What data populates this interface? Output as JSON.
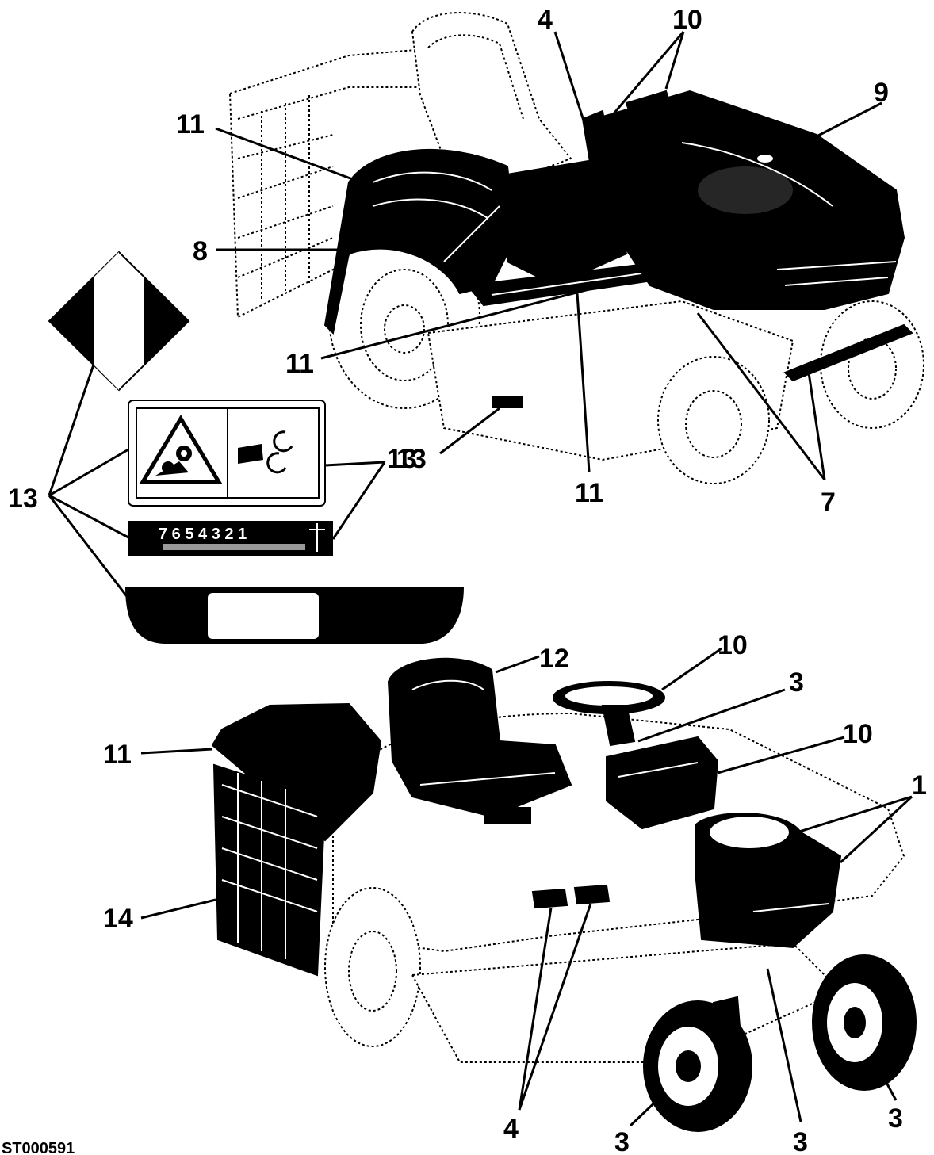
{
  "callouts": {
    "top_4": "4",
    "top_10": "10",
    "top_9": "9",
    "top_11_a": "11",
    "top_8": "8",
    "top_11_b": "11",
    "top_11_c": "11",
    "top_13": "13",
    "top_7": "7",
    "left_13_a": "13",
    "left_13_b": "13",
    "bot_12": "12",
    "bot_10_a": "10",
    "bot_3_a": "3",
    "bot_10_b": "10",
    "bot_1": "1",
    "bot_11": "11",
    "bot_14": "14",
    "bot_4": "4",
    "bot_3_b": "3",
    "bot_3_c": "3",
    "bot_3_d": "3"
  },
  "speed_scale": "7 6 5 4 3 2 1",
  "figure_ref": "ST000591"
}
